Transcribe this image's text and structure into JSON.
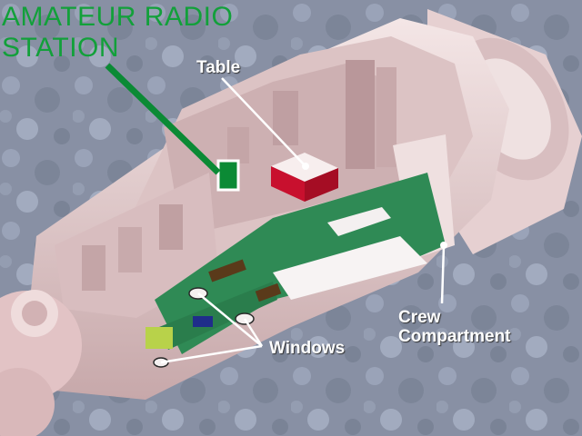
{
  "title": {
    "line1": "AMATEUR RADIO",
    "line2": "STATION"
  },
  "labels": {
    "table": "Table",
    "windows": "Windows",
    "crew_line1": "Crew",
    "crew_line2": "Compartment"
  },
  "colors": {
    "background": "#8a93a6",
    "title_text": "#12a03a",
    "leader_station": "#0b8a35",
    "station_marker": "#0b8a35",
    "floor": "#2f8a55",
    "module_shell": "#e8cfd0",
    "table_red": "#c8102e",
    "label_text": "#ffffff"
  }
}
